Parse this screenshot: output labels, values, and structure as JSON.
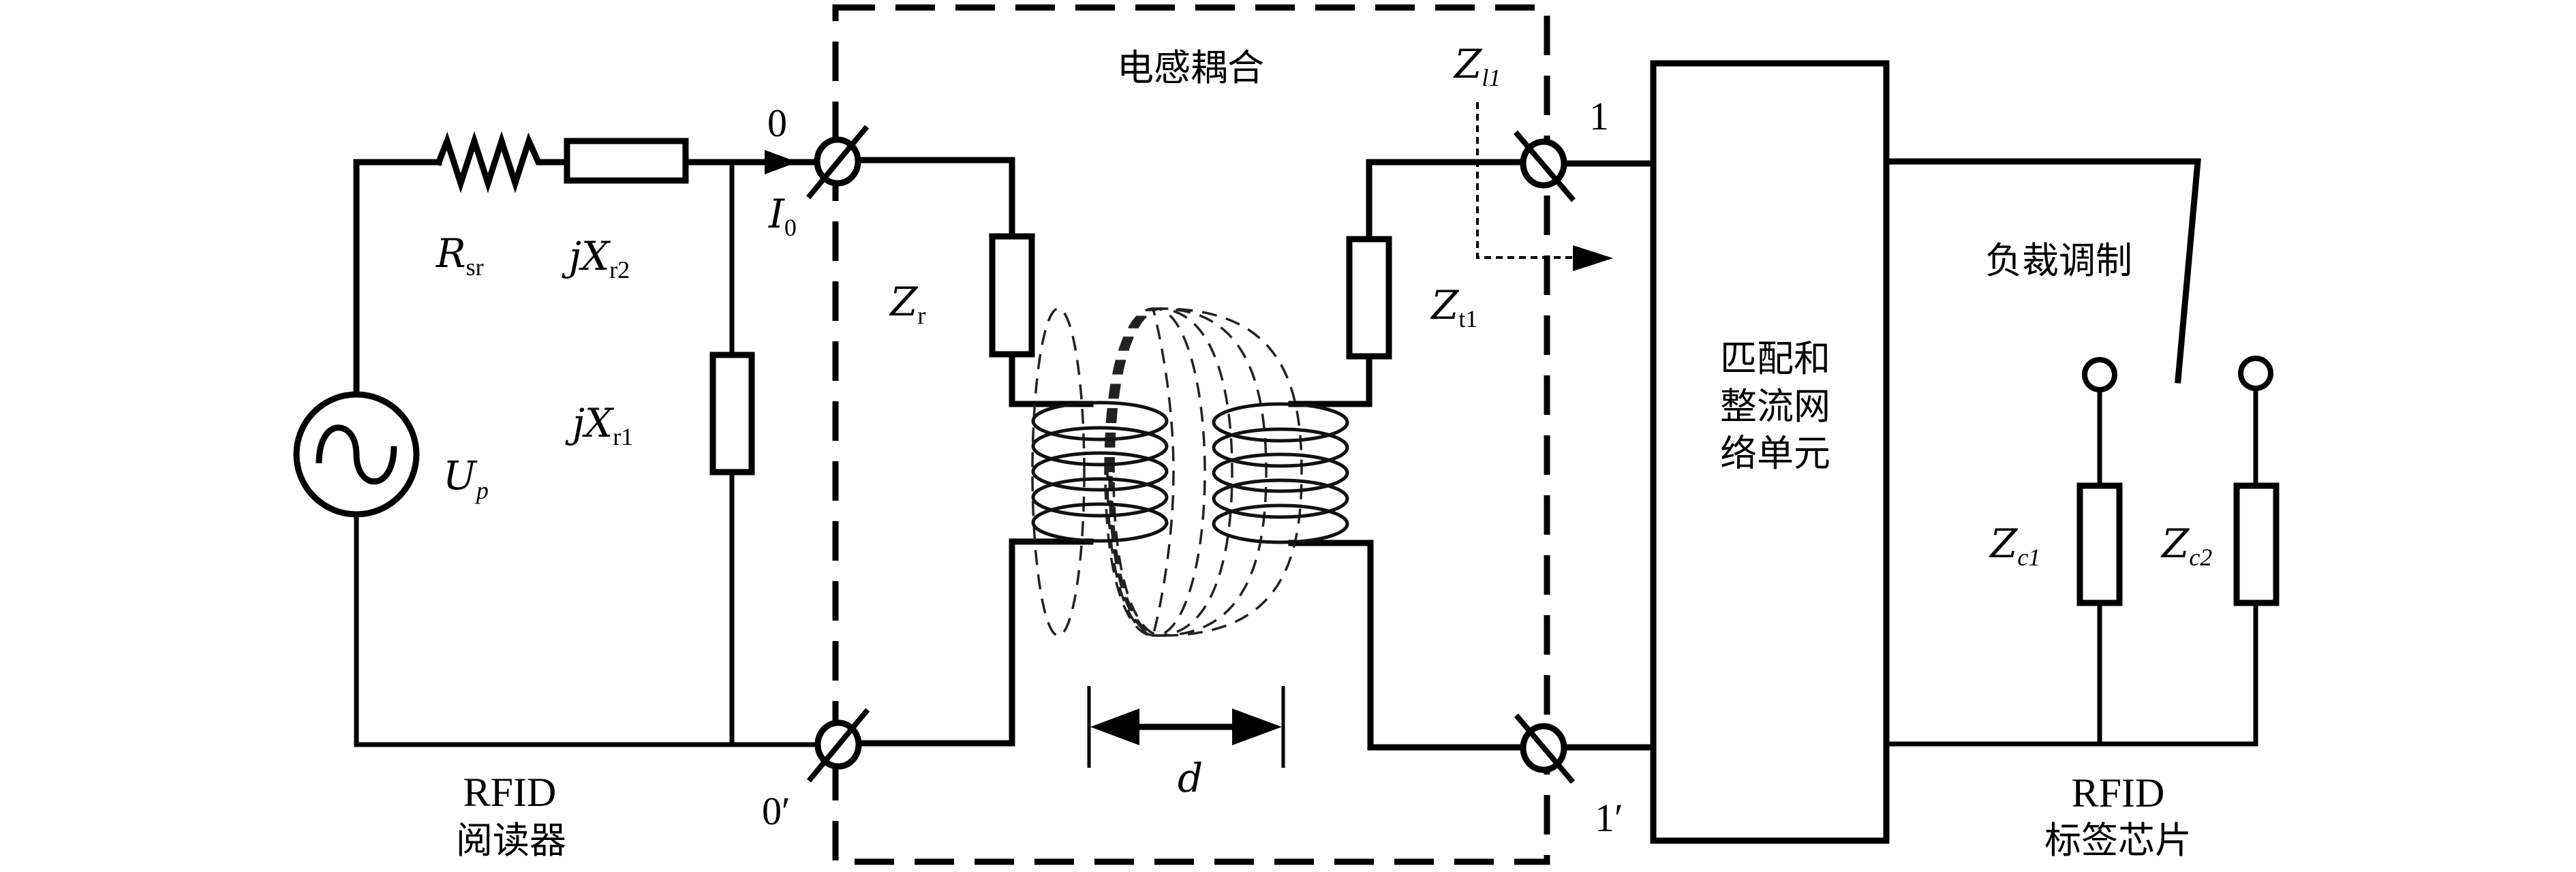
{
  "figure": {
    "title": "RFID inductive coupling equivalent circuit"
  },
  "reader": {
    "label_line1": "RFID",
    "label_line2": "阅读器",
    "source": {
      "symbol": "U",
      "subscript": "p"
    },
    "r_sr": {
      "symbol": "R",
      "subscript": "sr"
    },
    "x_r2": {
      "symbol": "jX",
      "subscript": "r2"
    },
    "x_r1": {
      "symbol": "jX",
      "subscript": "r1"
    },
    "current": {
      "symbol": "I",
      "subscript": "0"
    }
  },
  "coupling": {
    "title": "电感耦合",
    "z_r": {
      "symbol": "Z",
      "subscript": "r"
    },
    "z_t1": {
      "symbol": "Z",
      "subscript": "t1"
    },
    "z_l1": {
      "symbol": "Z",
      "subscript": "l1"
    },
    "distance": "d"
  },
  "ports": {
    "p0": "0",
    "p0_prime": "0′",
    "p1": "1",
    "p1_prime": "1′"
  },
  "tag": {
    "block_lines": [
      "匹配和",
      "整流网",
      "络单元"
    ],
    "modulation_label": "负裁调制",
    "z_c1": {
      "symbol": "Z",
      "subscript": "c1"
    },
    "z_c2": {
      "symbol": "Z",
      "subscript": "c2"
    },
    "label_line1": "RFID",
    "label_line2": "标签芯片"
  }
}
